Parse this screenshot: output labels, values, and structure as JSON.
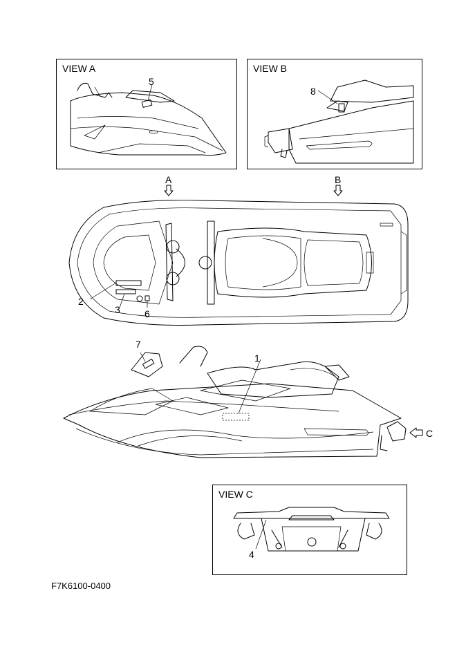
{
  "views": {
    "a": {
      "title": "VIEW A"
    },
    "b": {
      "title": "VIEW B"
    },
    "c": {
      "title": "VIEW C"
    }
  },
  "arrows": {
    "a": "A",
    "b": "B",
    "c": "C"
  },
  "callouts": [
    "1",
    "2",
    "3",
    "4",
    "5",
    "6",
    "7",
    "8"
  ],
  "diagram_code": "F7K6100-0400"
}
